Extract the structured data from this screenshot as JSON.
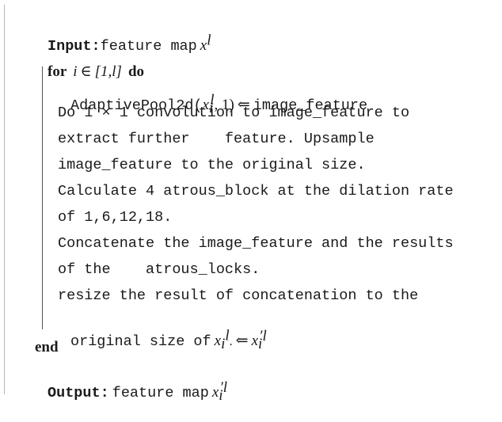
{
  "algorithm": {
    "input_label": "Input:",
    "input_text": "feature map",
    "input_var": "x",
    "input_sup": "l",
    "for_kw": "for",
    "for_var": "i",
    "for_in": "∈",
    "for_range": "[1,l]",
    "do_kw": "do",
    "body": {
      "l1_func": "AdaptivePool2d(",
      "l1_var": "x",
      "l1_sub": "i",
      "l1_sup": "l",
      "l1_rest": ", 1)",
      "l1_arrow": "⇐",
      "l1_target": "image_feature",
      "l2": "Do 1 × 1 convolution to image_feature to",
      "l3": "extract further    feature. Upsample",
      "l4": "image_feature to the original size.",
      "l5": "Calculate 4 atrous_block at the dilation rate",
      "l6": "of 1,6,12,18.",
      "l7": "Concatenate the image_feature and the results",
      "l8": "of the    atrous_locks.",
      "l9": "resize the result of concatenation to the",
      "l10_text": "original size of",
      "l10_var": "x",
      "l10_sub": "i",
      "l10_sup": "l",
      "l10_dot": ".",
      "l10_arrow": "⇐",
      "l10_rvar": "x",
      "l10_rsub": "i",
      "l10_rsup": "′l"
    },
    "end_kw": "end",
    "output_label": "Output:",
    "output_text": "feature map",
    "output_var": "x",
    "output_sub": "i",
    "output_sup": "′l"
  }
}
